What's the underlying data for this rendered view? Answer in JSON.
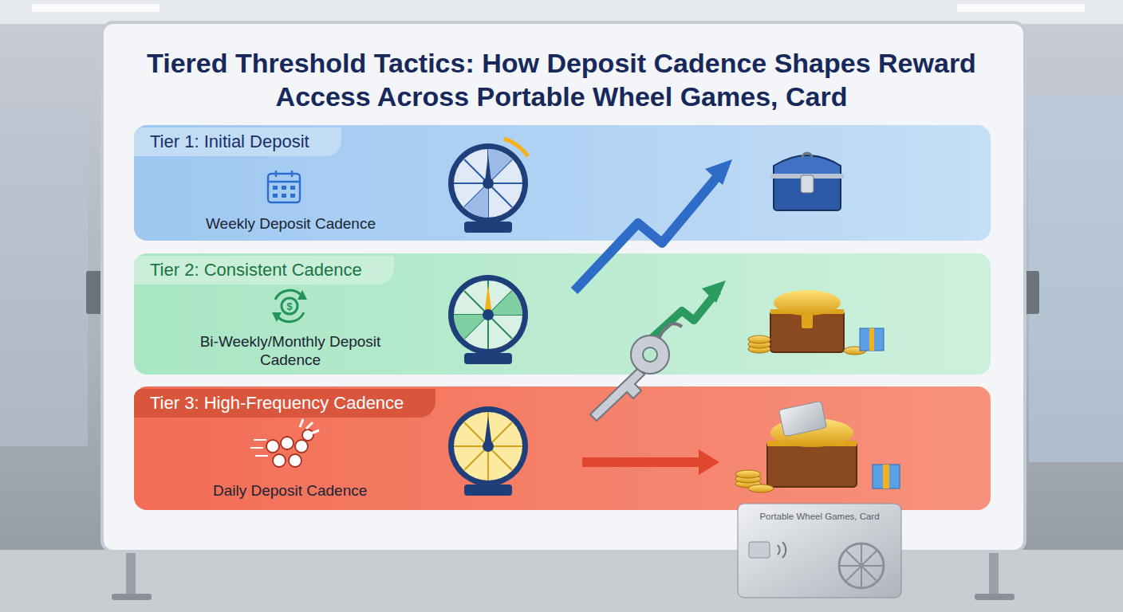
{
  "diagram": {
    "title": "Tiered Threshold Tactics: How Deposit Cadence Shapes Reward Access Across Portable Wheel Games, Card",
    "nodes": [
      {
        "text": [
          "Tier 1: Initial Deposit",
          "Weekly Deposit Cadence"
        ]
      },
      {
        "text": [
          "Tier 2: Consistent Cadence",
          "Bi-Weekly/Monthly Deposit Cadence"
        ]
      },
      {
        "text": [
          "Tier 3: High-Frequency Cadence",
          "Daily Deposit Cadence"
        ]
      },
      {
        "text": [
          "Portable Wheel Games, Card"
        ]
      }
    ]
  }
}
